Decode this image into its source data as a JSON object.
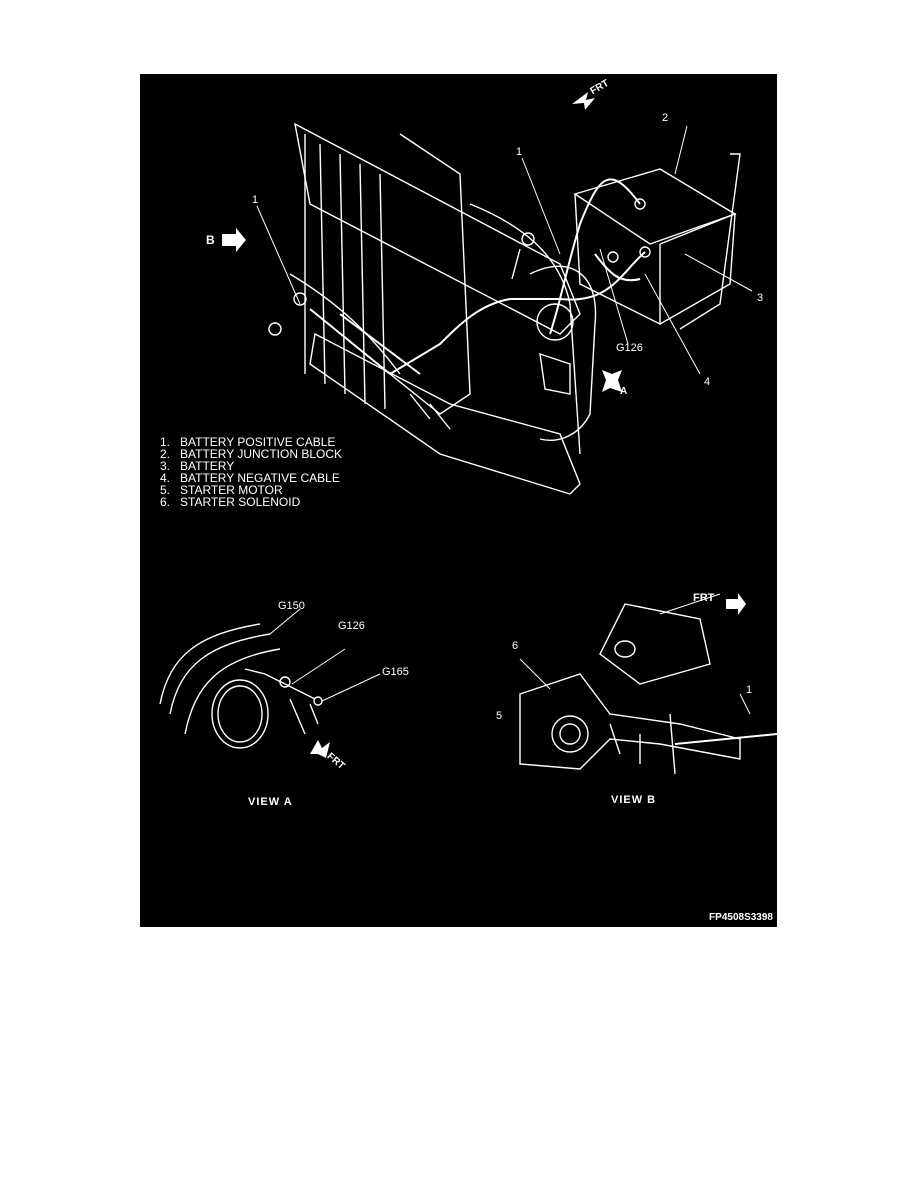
{
  "callouts": {
    "main_1a": "1",
    "main_1b": "1",
    "main_2": "2",
    "main_3": "3",
    "main_4": "4",
    "main_ground": "G126",
    "view_a_arrow": "A",
    "view_b_arrow": "B",
    "frt_top": "FRT",
    "frt_view_a": "FRT",
    "frt_view_b": "FRT",
    "va_g150": "G150",
    "va_g126": "G126",
    "va_g165": "G165",
    "vb_1": "1",
    "vb_5": "5",
    "vb_6": "6"
  },
  "legend": [
    {
      "num": "1.",
      "text": "BATTERY POSITIVE CABLE"
    },
    {
      "num": "2.",
      "text": "BATTERY JUNCTION BLOCK"
    },
    {
      "num": "3.",
      "text": "BATTERY"
    },
    {
      "num": "4.",
      "text": "BATTERY NEGATIVE CABLE"
    },
    {
      "num": "5.",
      "text": "STARTER MOTOR"
    },
    {
      "num": "6.",
      "text": "STARTER SOLENOID"
    }
  ],
  "views": {
    "view_a": "VIEW  A",
    "view_b": "VIEW  B"
  },
  "figure_id": "FP4508S3398"
}
